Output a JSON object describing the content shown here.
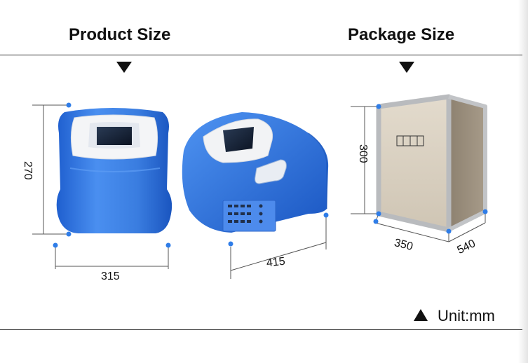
{
  "headings": {
    "product": "Product Size",
    "package": "Package Size"
  },
  "product_dimensions": {
    "height": "270",
    "width": "315",
    "depth": "415"
  },
  "package_dimensions": {
    "height": "300",
    "width": "350",
    "depth": "540"
  },
  "unit_note": {
    "label": "Unit:mm",
    "marker_icon": "triangle-up-icon"
  },
  "colors": {
    "device_blue": "#3a7de0",
    "device_blue_dark": "#1d5cc4",
    "screen_frame": "#f2f3f5",
    "dimension_point": "#2f7de8",
    "crate_plywood": "#d9d0c1",
    "crate_frame": "#b7b9bc"
  }
}
